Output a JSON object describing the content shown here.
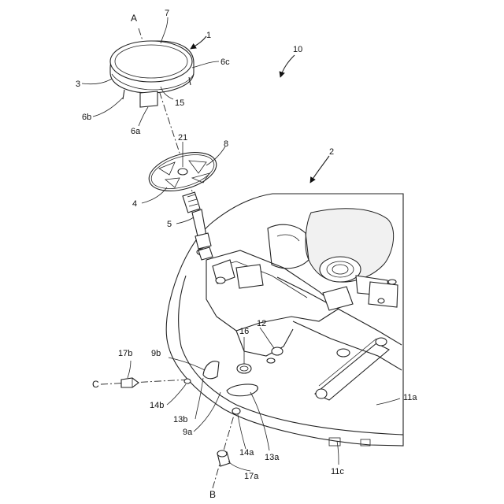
{
  "labels": {
    "A": "A",
    "B": "B",
    "C": "C",
    "n1": "1",
    "n2": "2",
    "n3": "3",
    "n4": "4",
    "n5": "5",
    "n7": "7",
    "n8": "8",
    "n9a": "9a",
    "n9b": "9b",
    "n10": "10",
    "n11a": "11a",
    "n11c": "11c",
    "n12": "12",
    "n13a": "13a",
    "n13b": "13b",
    "n14a": "14a",
    "n14b": "14b",
    "n15": "15",
    "n16": "16",
    "n17a": "17a",
    "n17b": "17b",
    "n21": "21",
    "n6a": "6a",
    "n6b": "6b",
    "n6c": "6c"
  }
}
